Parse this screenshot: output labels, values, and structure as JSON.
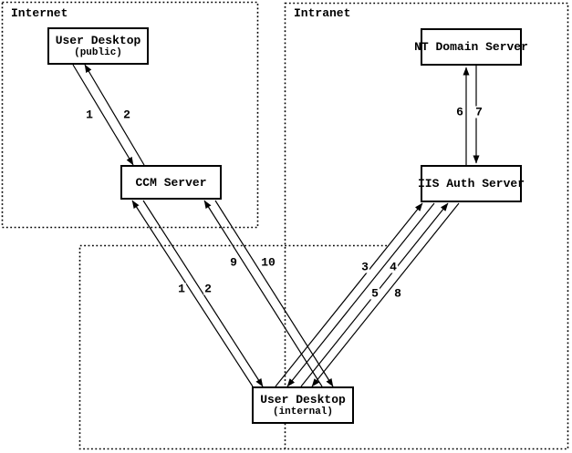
{
  "colors": {
    "ink": "#000000",
    "paper": "#ffffff"
  },
  "diagram": {
    "zones": [
      {
        "id": "internet",
        "label": "Internet"
      },
      {
        "id": "intranet",
        "label": "Intranet"
      }
    ],
    "nodes": [
      {
        "id": "user-desktop-public",
        "label": "User Desktop",
        "sublabel": "(public)"
      },
      {
        "id": "ccm-server",
        "label": "CCM Server",
        "sublabel": ""
      },
      {
        "id": "nt-domain-server",
        "label": "NT Domain Server",
        "sublabel": ""
      },
      {
        "id": "iis-auth-server",
        "label": "IIS Auth Server",
        "sublabel": ""
      },
      {
        "id": "user-desktop-internal",
        "label": "User Desktop",
        "sublabel": "(internal)"
      }
    ],
    "edges": [
      {
        "label": "1",
        "from": "user-desktop-public",
        "to": "ccm-server"
      },
      {
        "label": "2",
        "from": "ccm-server",
        "to": "user-desktop-public"
      },
      {
        "label": "1",
        "from": "user-desktop-internal",
        "to": "ccm-server"
      },
      {
        "label": "2",
        "from": "ccm-server",
        "to": "user-desktop-internal"
      },
      {
        "label": "9",
        "from": "user-desktop-internal",
        "to": "ccm-server"
      },
      {
        "label": "10",
        "from": "ccm-server",
        "to": "user-desktop-internal"
      },
      {
        "label": "3",
        "from": "user-desktop-internal",
        "to": "iis-auth-server"
      },
      {
        "label": "4",
        "from": "iis-auth-server",
        "to": "user-desktop-internal"
      },
      {
        "label": "5",
        "from": "user-desktop-internal",
        "to": "iis-auth-server"
      },
      {
        "label": "8",
        "from": "iis-auth-server",
        "to": "user-desktop-internal"
      },
      {
        "label": "6",
        "from": "iis-auth-server",
        "to": "nt-domain-server"
      },
      {
        "label": "7",
        "from": "nt-domain-server",
        "to": "iis-auth-server"
      }
    ]
  }
}
